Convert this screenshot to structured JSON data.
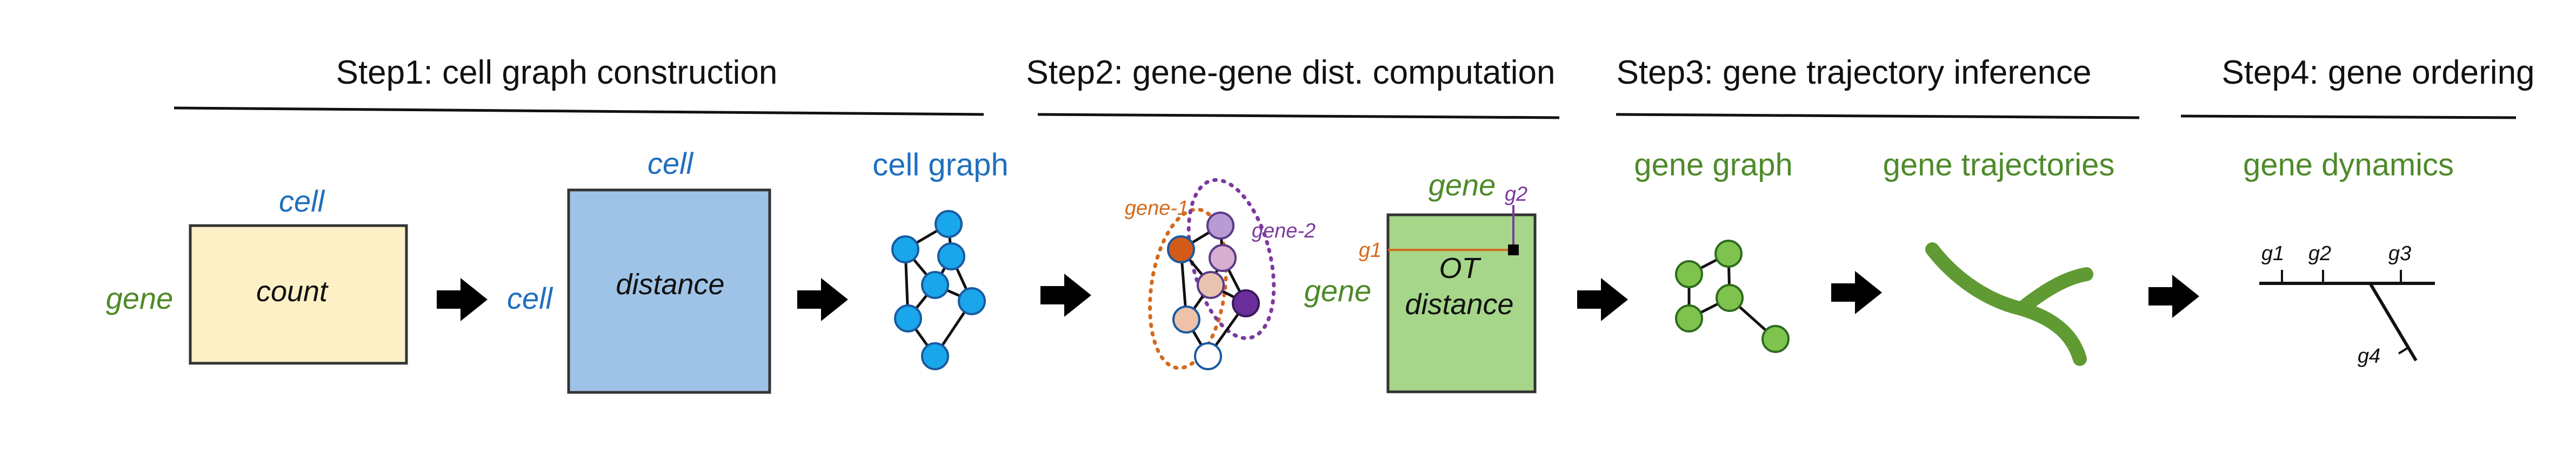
{
  "steps": [
    {
      "title": "Step1: cell graph construction"
    },
    {
      "title": "Step2: gene-gene dist. computation"
    },
    {
      "title": "Step3: gene trajectory inference"
    },
    {
      "title": "Step4: gene ordering"
    }
  ],
  "step1": {
    "count_matrix": {
      "row_label": "gene",
      "col_label": "cell",
      "content": "count"
    },
    "distance_matrix": {
      "row_label": "cell",
      "col_label": "cell",
      "content": "distance"
    },
    "graph_title": "cell graph"
  },
  "step2": {
    "gene1_label": "gene-1",
    "gene2_label": "gene-2",
    "ot_matrix": {
      "row_label": "gene",
      "col_label": "gene",
      "content_line1": "OT",
      "content_line2": "distance",
      "g1": "g1",
      "g2": "g2"
    }
  },
  "step3": {
    "gene_graph_title": "gene graph",
    "gene_trajectories_title": "gene trajectories"
  },
  "step4": {
    "title": "gene dynamics",
    "genes": [
      "g1",
      "g2",
      "g3",
      "g4"
    ]
  },
  "colors": {
    "blue_text": "#1f6fbf",
    "green_text": "#4e8a2a",
    "count_fill": "#fdf0c6",
    "distance_fill": "#9fc3e6",
    "ot_fill": "#a6d68a",
    "gene1_orange": "#d46a1e",
    "gene2_purple": "#7b3a9e",
    "trajectory_green": "#5f9a33"
  }
}
